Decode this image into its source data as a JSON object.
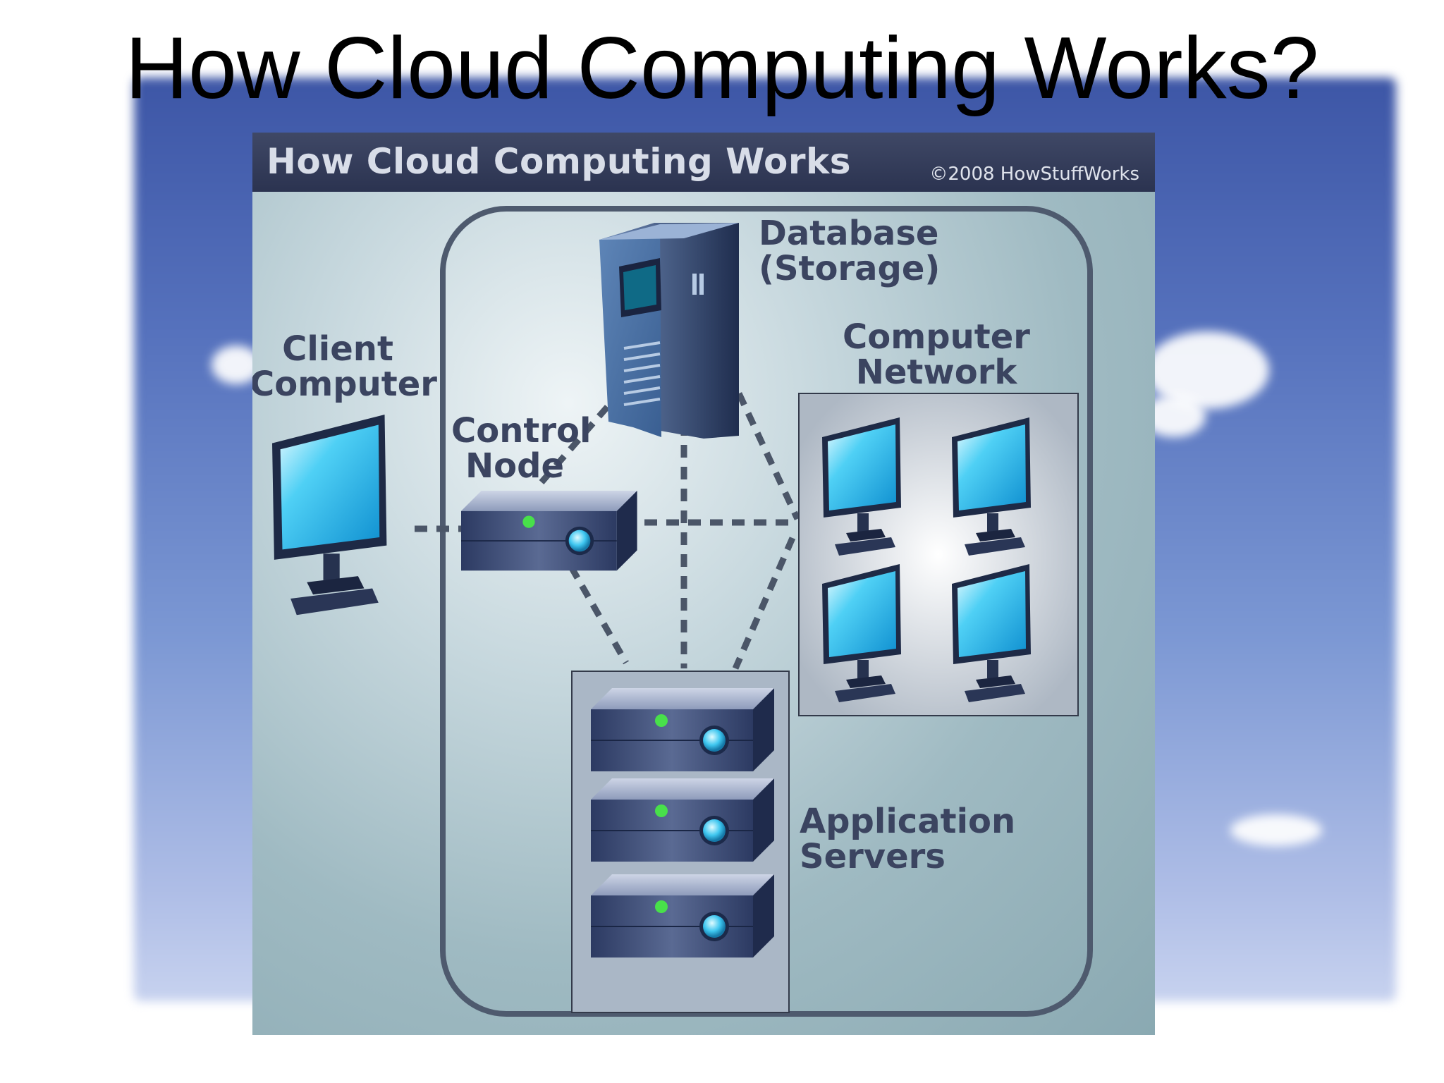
{
  "slide": {
    "title": "How Cloud Computing Works?"
  },
  "diagram": {
    "header_title": "How Cloud Computing Works",
    "copyright": "©2008 HowStuffWorks",
    "labels": {
      "database": [
        "Database",
        "(Storage)"
      ],
      "computer_network": [
        "Computer",
        "Network"
      ],
      "client_computer": [
        "Client",
        "Computer"
      ],
      "control_node": [
        "Control",
        "Node"
      ],
      "application_servers": [
        "Application",
        "Servers"
      ]
    }
  },
  "colors": {
    "sky_top": "#3d56a6",
    "header_bar": "#2b3350",
    "label_text": "#3b4460",
    "monitor_screen": "#29b6e8",
    "server_body": "#2f3c63",
    "connection_line": "#4b5668"
  },
  "icons": [
    "database-server-icon",
    "client-monitor-icon",
    "control-node-server-icon",
    "network-monitor-icon",
    "application-server-icon"
  ]
}
